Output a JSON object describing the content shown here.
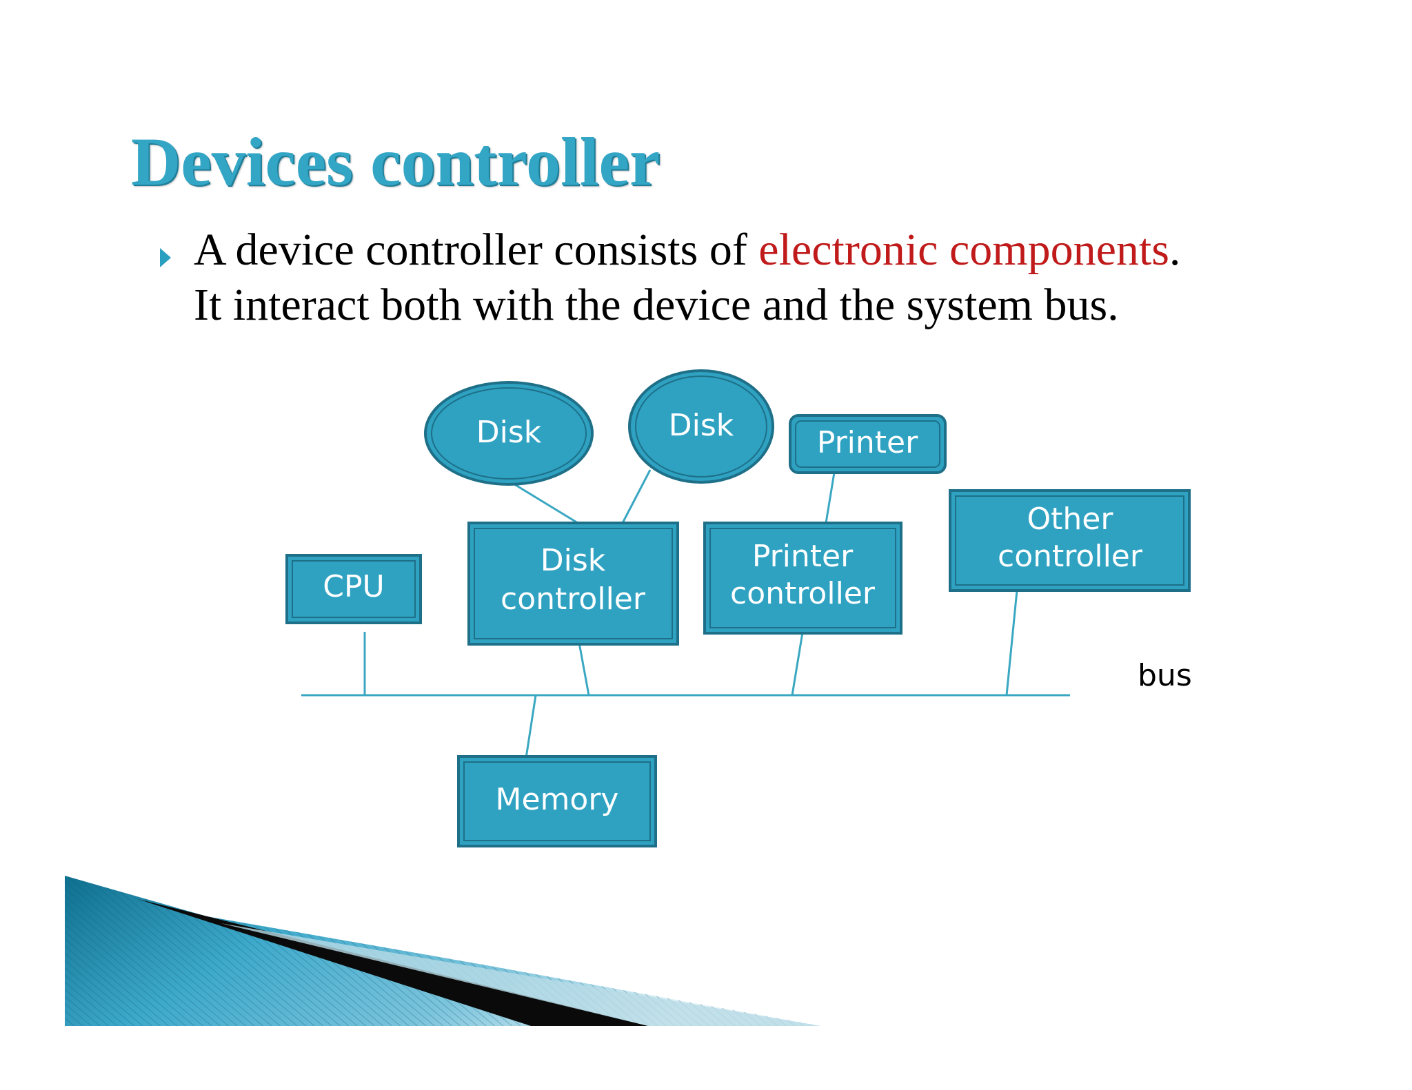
{
  "slide": {
    "title": "Devices controller",
    "bullet": {
      "part1": "A device controller consists of ",
      "highlight": "electronic components",
      "part2": ".",
      "line2": "It interact both with the device and the system bus."
    }
  },
  "diagram": {
    "nodes": {
      "disk1": "Disk",
      "disk2": "Disk",
      "printer": "Printer",
      "cpu": "CPU",
      "disk_controller": [
        "Disk",
        "controller"
      ],
      "printer_controller": [
        "Printer",
        "controller"
      ],
      "other_controller": [
        "Other",
        "controller"
      ],
      "memory": "Memory"
    },
    "bus_label": "bus"
  },
  "colors": {
    "title": "#33a6c6",
    "node_fill": "#2fa2c2",
    "node_border": "#1e6f88",
    "line": "#3aa7c2",
    "highlight": "#c01a1a"
  }
}
